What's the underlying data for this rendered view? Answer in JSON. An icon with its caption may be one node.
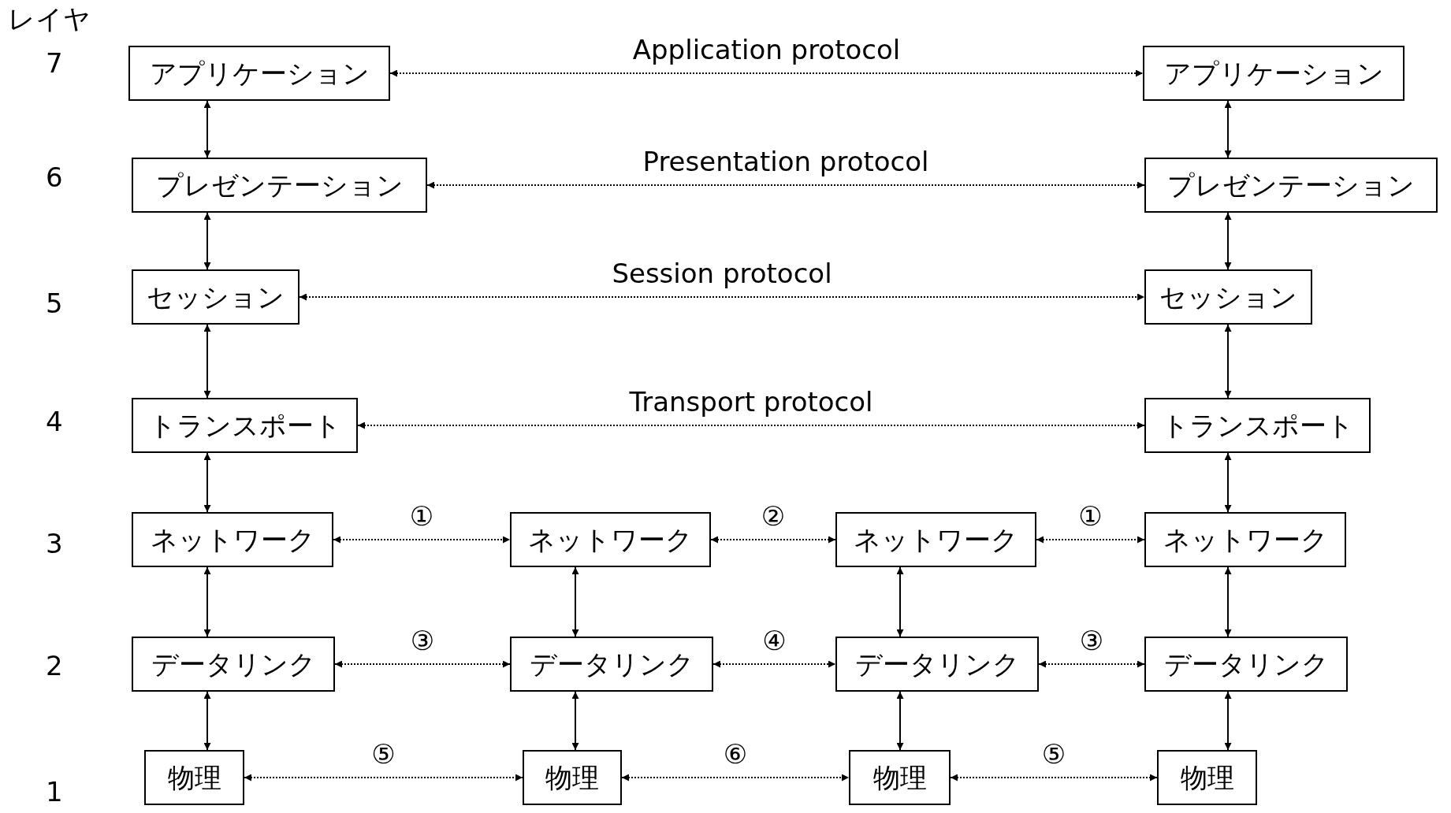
{
  "diagram": {
    "nodes": [
      {
        "text": [
          "アプリケーション"
        ]
      },
      {
        "text": [
          "アプリケーション"
        ]
      },
      {
        "text": [
          "プレゼンテーション"
        ]
      },
      {
        "text": [
          "プレゼンテーション"
        ]
      },
      {
        "text": [
          "セッション"
        ]
      },
      {
        "text": [
          "セッション"
        ]
      },
      {
        "text": [
          "トランスポート"
        ]
      },
      {
        "text": [
          "トランスポート"
        ]
      },
      {
        "text": [
          "ネットワーク"
        ]
      },
      {
        "text": [
          "ネットワーク"
        ]
      },
      {
        "text": [
          "ネットワーク"
        ]
      },
      {
        "text": [
          "ネットワーク"
        ]
      },
      {
        "text": [
          "データリンク"
        ]
      },
      {
        "text": [
          "データリンク"
        ]
      },
      {
        "text": [
          "データリンク"
        ]
      },
      {
        "text": [
          "データリンク"
        ]
      },
      {
        "text": [
          "物理"
        ]
      },
      {
        "text": [
          "物理"
        ]
      },
      {
        "text": [
          "物理"
        ]
      },
      {
        "text": [
          "物理"
        ]
      }
    ],
    "edges": [
      {
        "from": 0,
        "to": 1,
        "arrow": "both",
        "label": "Application protocol",
        "style": "dashed"
      },
      {
        "from": 2,
        "to": 3,
        "arrow": "both",
        "label": "Presentation protocol",
        "style": "dashed"
      },
      {
        "from": 4,
        "to": 5,
        "arrow": "both",
        "label": "Session protocol",
        "style": "dashed"
      },
      {
        "from": 6,
        "to": 7,
        "arrow": "both",
        "label": "Transport protocol",
        "style": "dashed"
      },
      {
        "from": 8,
        "to": 9,
        "arrow": "both",
        "label": "①",
        "style": "dashed"
      },
      {
        "from": 9,
        "to": 10,
        "arrow": "both",
        "label": "②",
        "style": "dashed"
      },
      {
        "from": 10,
        "to": 11,
        "arrow": "both",
        "label": "①",
        "style": "dashed"
      },
      {
        "from": 12,
        "to": 13,
        "arrow": "both",
        "label": "③",
        "style": "dashed"
      },
      {
        "from": 13,
        "to": 14,
        "arrow": "both",
        "label": "④",
        "style": "dashed"
      },
      {
        "from": 14,
        "to": 15,
        "arrow": "both",
        "label": "③",
        "style": "dashed"
      },
      {
        "from": 16,
        "to": 17,
        "arrow": "both",
        "label": "⑤",
        "style": "dashed"
      },
      {
        "from": 17,
        "to": 18,
        "arrow": "both",
        "label": "⑥",
        "style": "dashed"
      },
      {
        "from": 18,
        "to": 19,
        "arrow": "both",
        "label": "⑤",
        "style": "dashed"
      },
      {
        "from": 0,
        "to": 2,
        "arrow": "both"
      },
      {
        "from": 2,
        "to": 4,
        "arrow": "both"
      },
      {
        "from": 4,
        "to": 6,
        "arrow": "both"
      },
      {
        "from": 6,
        "to": 8,
        "arrow": "both"
      },
      {
        "from": 8,
        "to": 12,
        "arrow": "both"
      },
      {
        "from": 12,
        "to": 16,
        "arrow": "both"
      },
      {
        "from": 9,
        "to": 13,
        "arrow": "both"
      },
      {
        "from": 13,
        "to": 17,
        "arrow": "both"
      },
      {
        "from": 10,
        "to": 14,
        "arrow": "both"
      },
      {
        "from": 14,
        "to": 18,
        "arrow": "both"
      },
      {
        "from": 1,
        "to": 3,
        "arrow": "both"
      },
      {
        "from": 3,
        "to": 5,
        "arrow": "both"
      },
      {
        "from": 5,
        "to": 7,
        "arrow": "both"
      },
      {
        "from": 7,
        "to": 11,
        "arrow": "both"
      },
      {
        "from": 11,
        "to": 15,
        "arrow": "both"
      },
      {
        "from": 15,
        "to": 19,
        "arrow": "both"
      }
    ],
    "labels": [
      "レイヤ",
      "7",
      "6",
      "5",
      "4",
      "3",
      "2",
      "1"
    ]
  }
}
